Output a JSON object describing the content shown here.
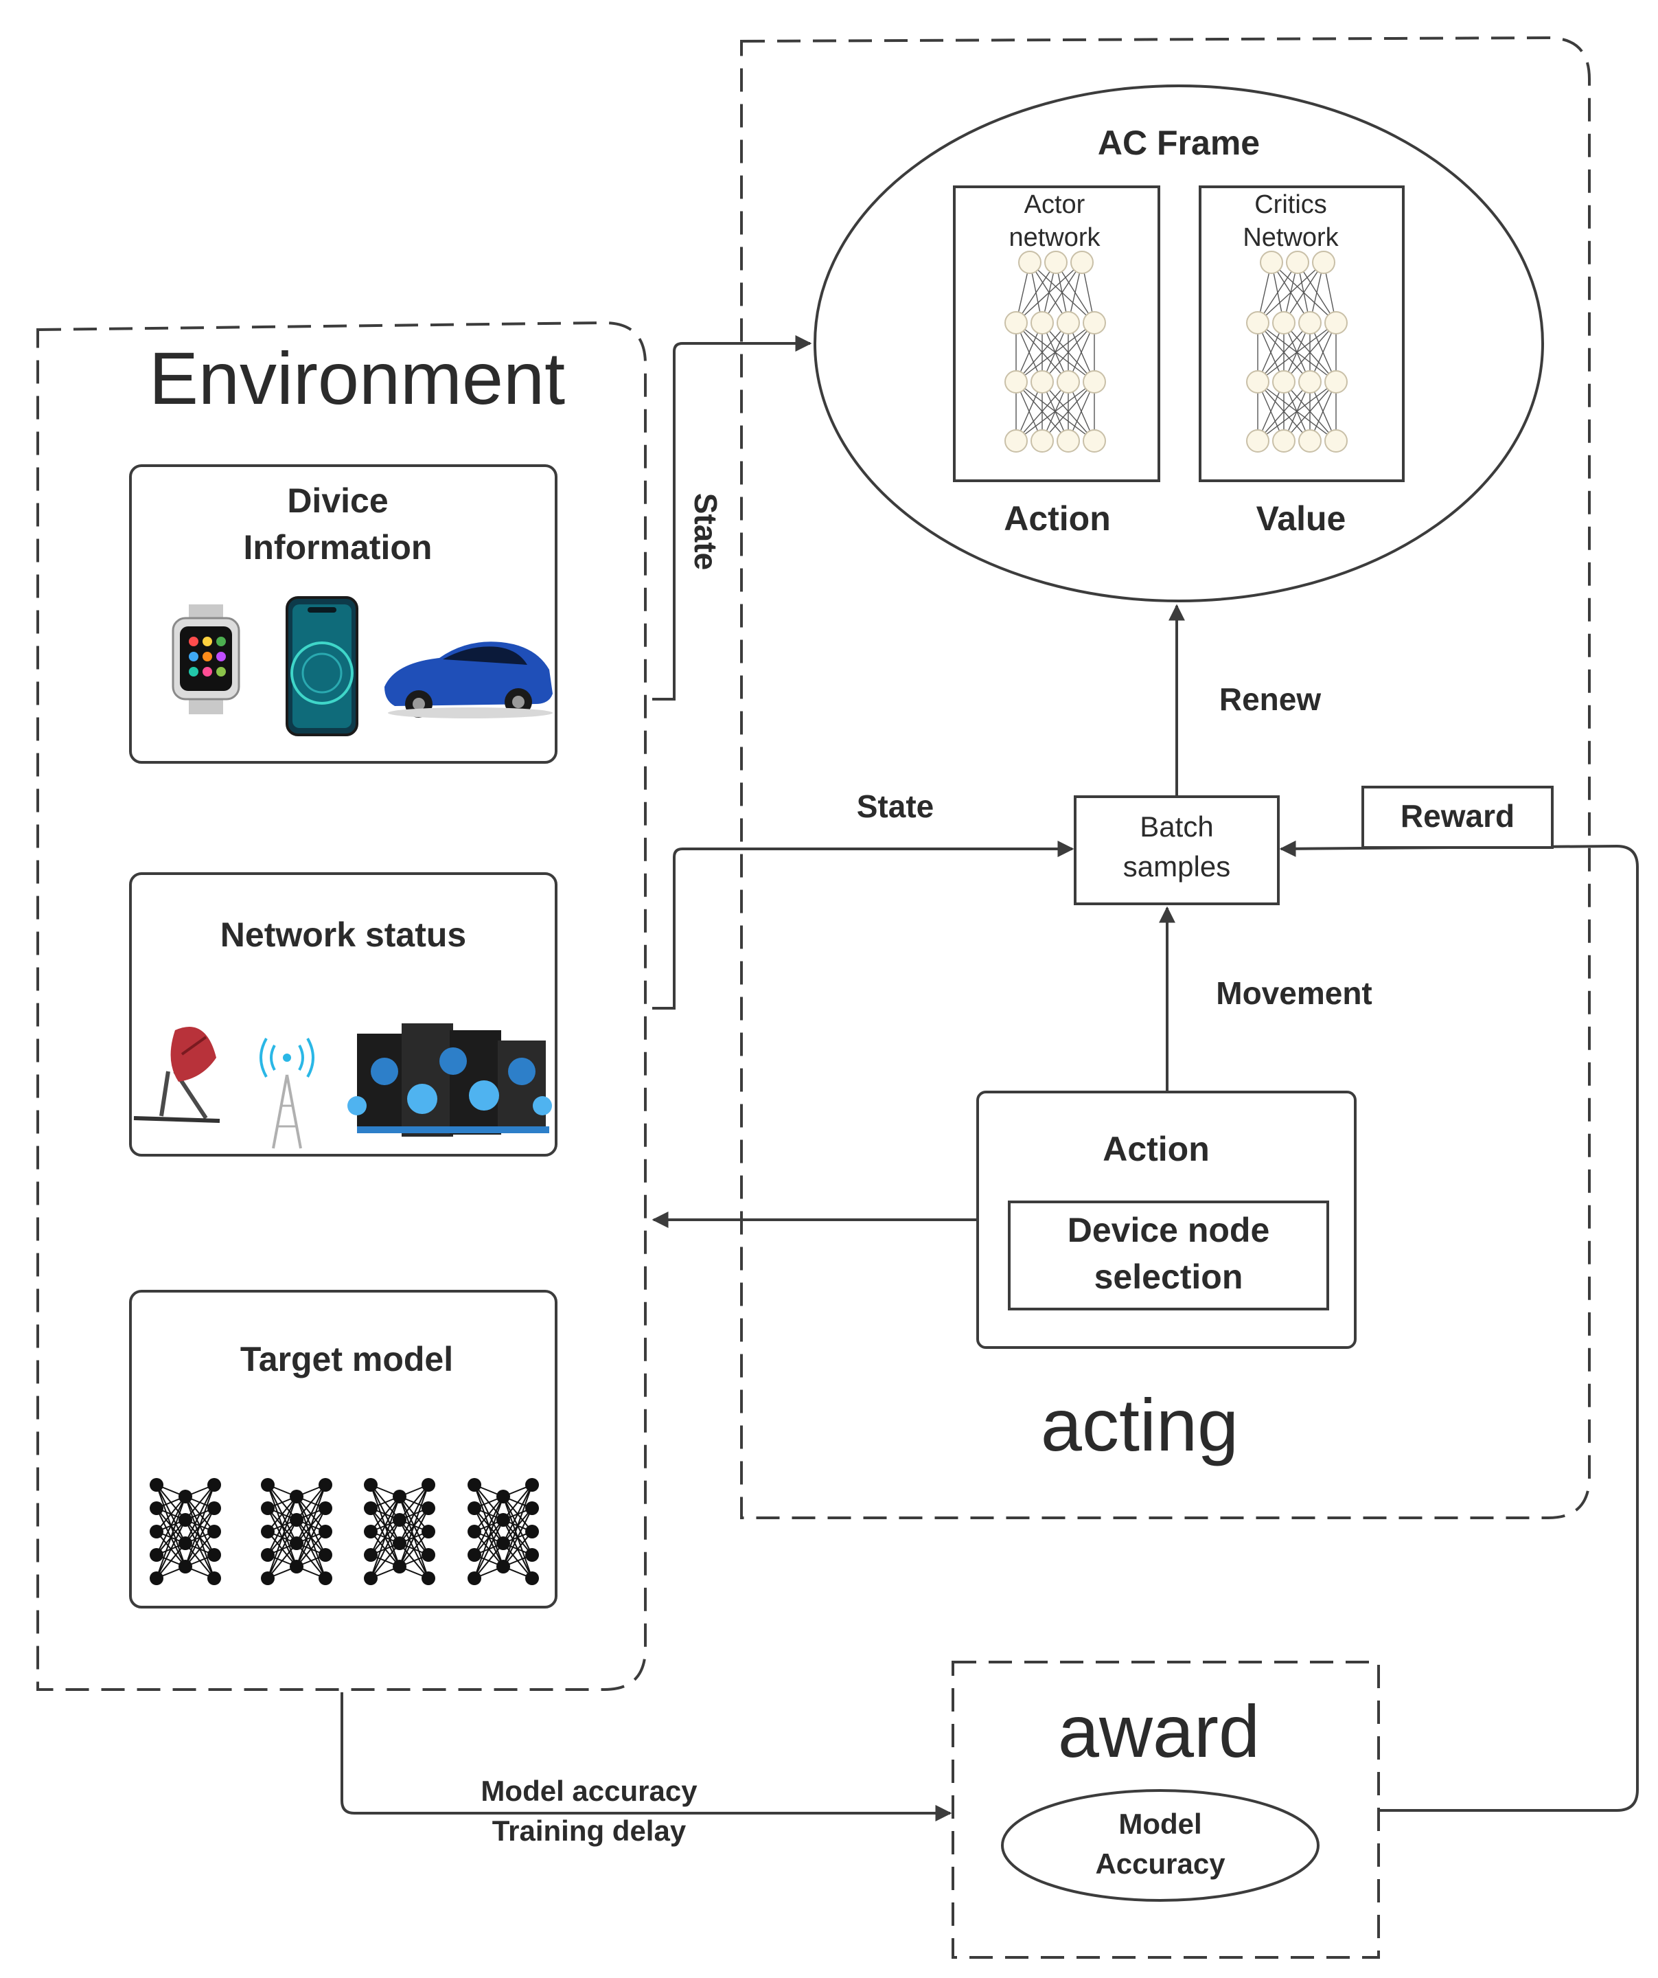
{
  "environment": {
    "title": "Environment",
    "device_info": {
      "title_line1": "Divice",
      "title_line2": "Information"
    },
    "network_status": {
      "title": "Network status"
    },
    "target_model": {
      "title": "Target model"
    }
  },
  "acting": {
    "title": "acting",
    "ac_frame": {
      "title": "AC Frame",
      "actor": {
        "label_line1": "Actor",
        "label_line2": "network",
        "output": "Action"
      },
      "critic": {
        "label_line1": "Critics",
        "label_line2": "Network",
        "output": "Value"
      }
    },
    "batch": {
      "line1": "Batch",
      "line2": "samples"
    },
    "action_box": {
      "title": "Action",
      "inner_line1": "Device node",
      "inner_line2": "selection"
    }
  },
  "award": {
    "title": "award",
    "inner_line1": "Model",
    "inner_line2": "Accuracy"
  },
  "edges": {
    "state_vertical": "State",
    "state_horizontal": "State",
    "renew": "Renew",
    "movement": "Movement",
    "reward": "Reward",
    "bottom_line1": "Model accuracy",
    "bottom_line2": "Training delay"
  },
  "colors": {
    "stroke": "#3c3c3c",
    "node_fill": "#fbf6e6",
    "car": "#1f4fb8",
    "tower_cyan": "#2ab7e6",
    "server_blue": "#2d7fc9"
  }
}
